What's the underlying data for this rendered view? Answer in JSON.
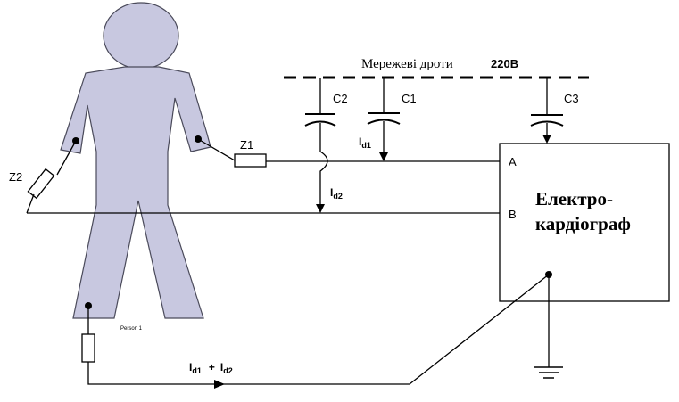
{
  "mains_label": "Мережеві дроти",
  "voltage_label": "220В",
  "capacitors": {
    "c1": "C1",
    "c2": "C2",
    "c3": "C3"
  },
  "impedances": {
    "z1": "Z1",
    "z2": "Z2"
  },
  "currents": {
    "id1": {
      "main": "I",
      "sub": "d1"
    },
    "id2": {
      "main": "I",
      "sub": "d2"
    },
    "sum": {
      "a": "I",
      "a_sub": "d1",
      "plus": "+",
      "b": "I",
      "b_sub": "d2"
    }
  },
  "device": {
    "line1": "Електро-",
    "line2": "кардіограф",
    "input_a": "A",
    "input_b": "B"
  },
  "figure_caption": "Person 1",
  "colors": {
    "body_fill": "#c8c8e0",
    "body_stroke": "#4a4a5a",
    "line": "#000000"
  }
}
